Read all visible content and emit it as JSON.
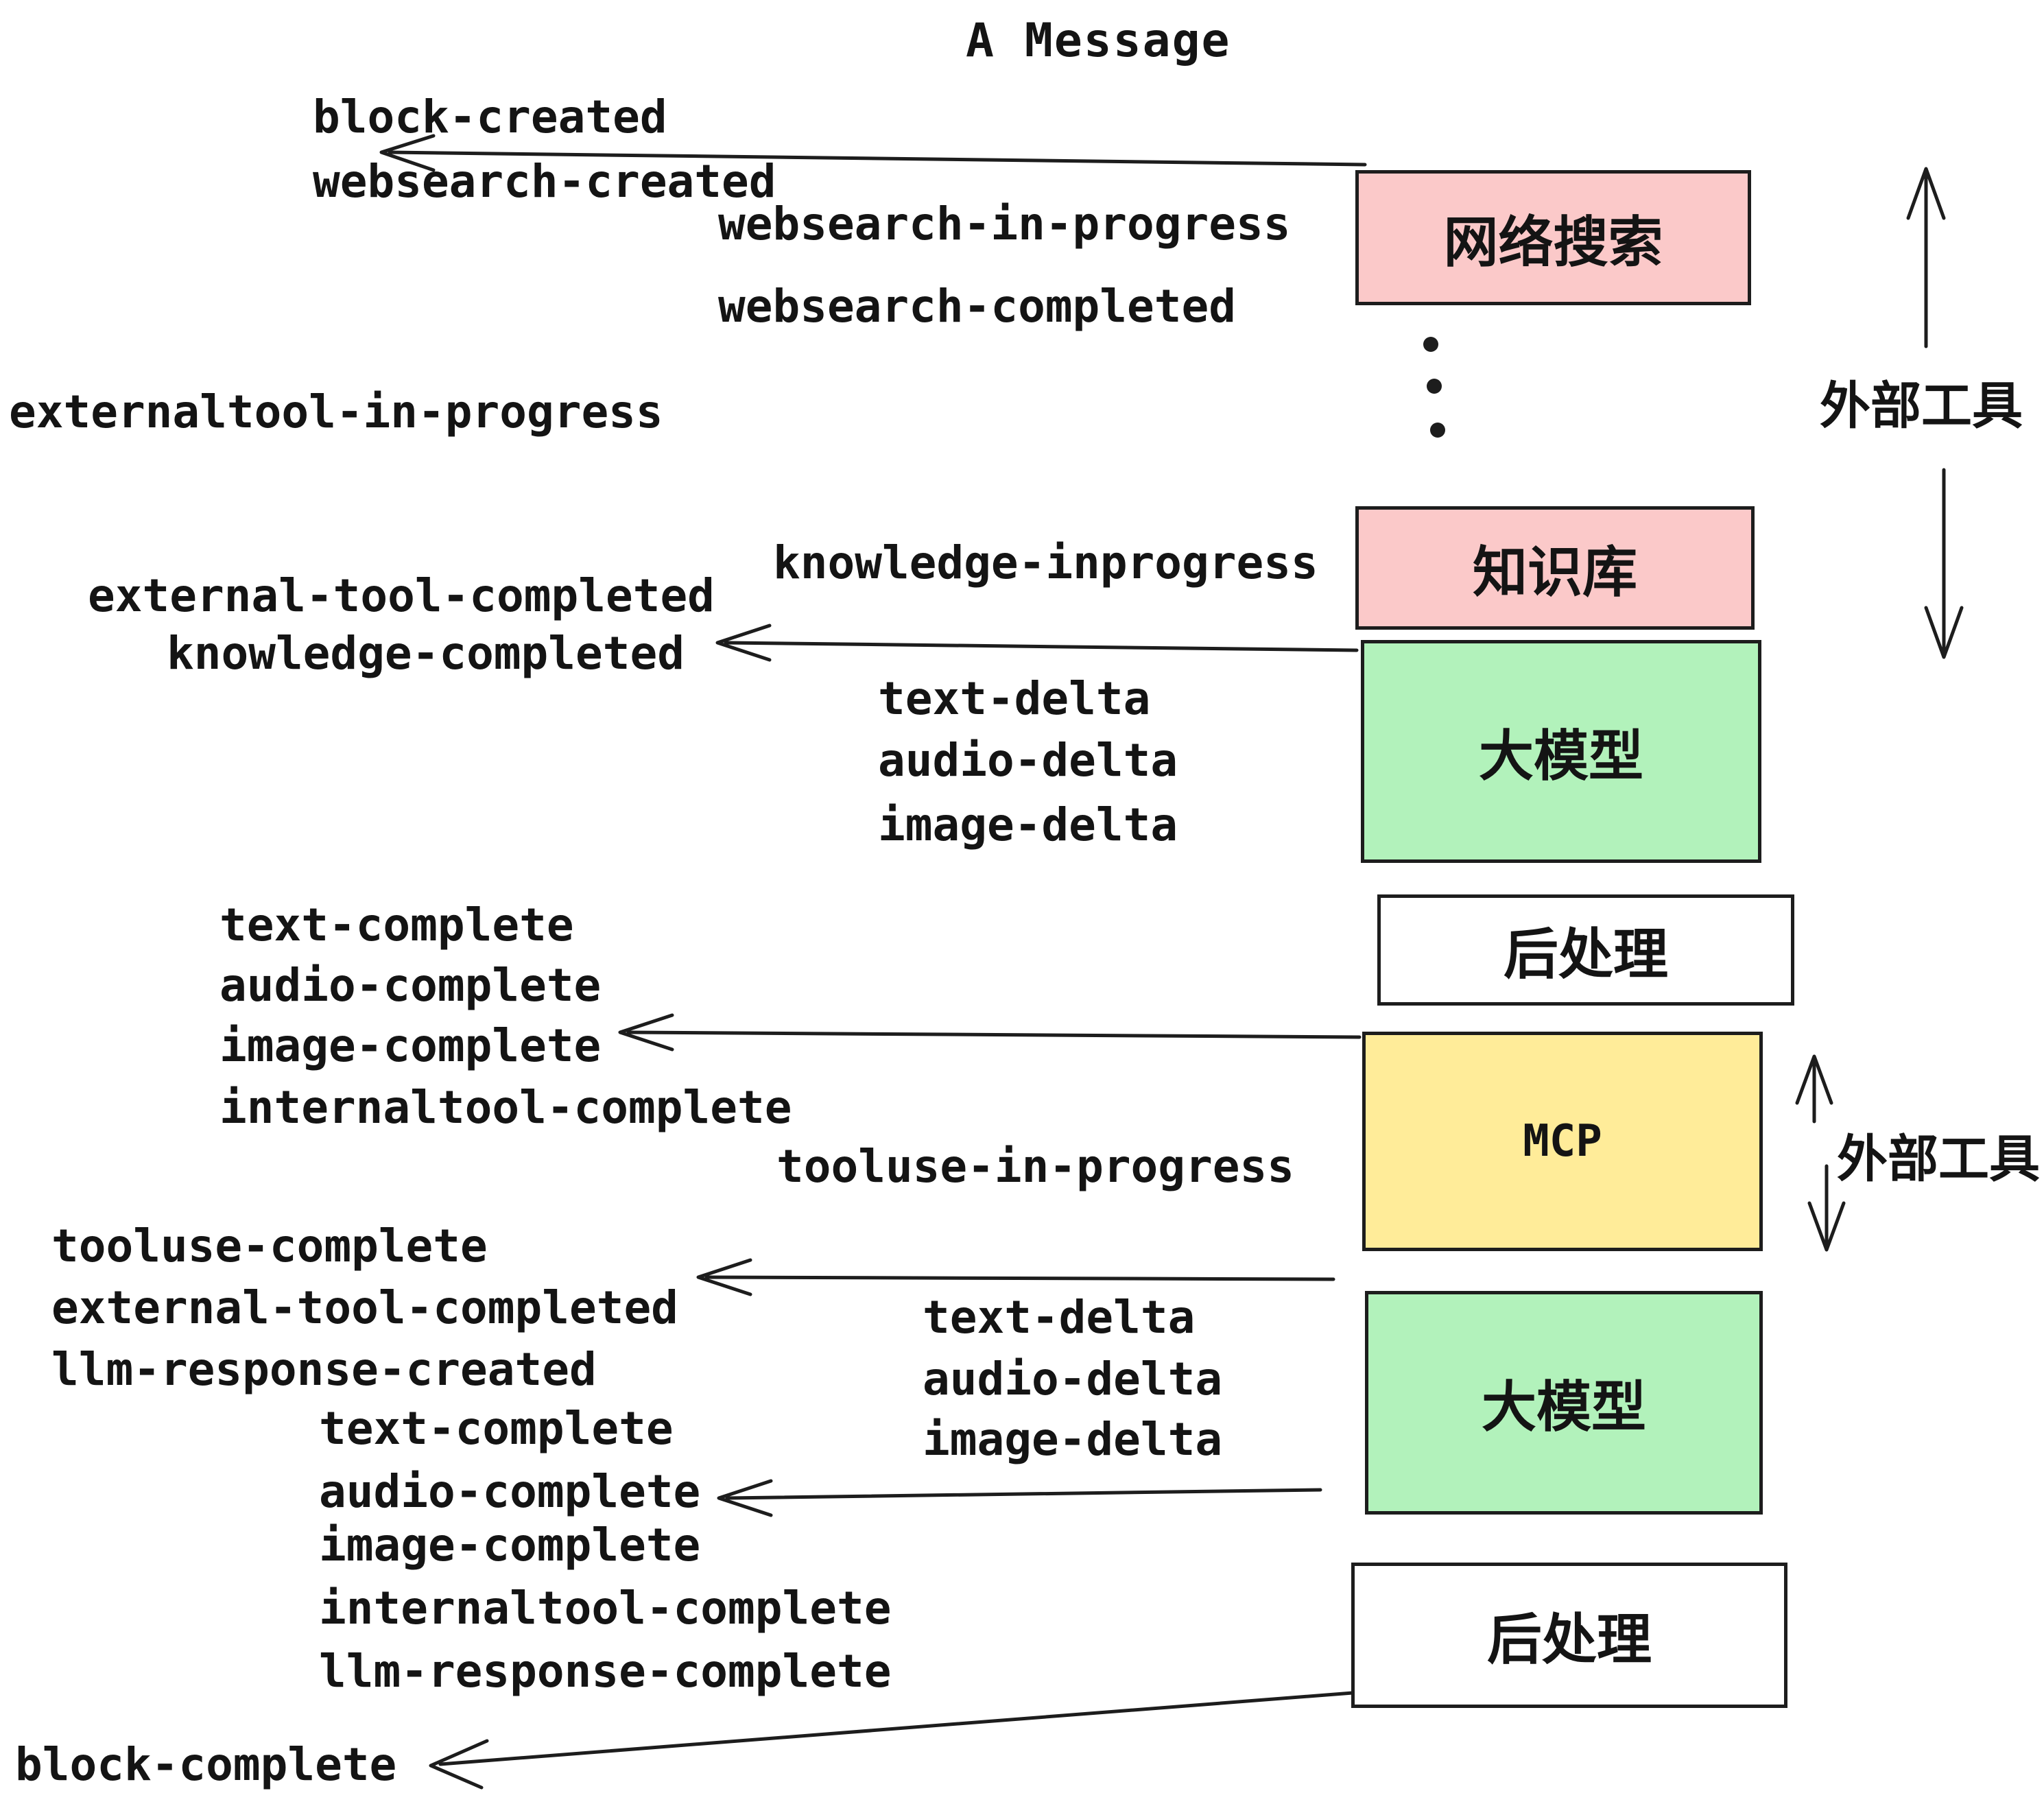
{
  "title": "A Message",
  "palette": {
    "pink": "#fbc9c9",
    "green": "#b2f2bb",
    "yellow": "#ffec99",
    "white": "#ffffff",
    "ink": "#1d1d1d"
  },
  "boxes": {
    "websearch": {
      "label": "网络搜索"
    },
    "knowledge": {
      "label": "知识库"
    },
    "llm1": {
      "label": "大模型"
    },
    "post1": {
      "label": "后处理"
    },
    "mcp": {
      "label": "MCP"
    },
    "llm2": {
      "label": "大模型"
    },
    "post2": {
      "label": "后处理"
    }
  },
  "side_labels": {
    "external_tools_top": "外部工具",
    "external_tools_mid": "外部工具"
  },
  "events": [
    {
      "text": "block-created"
    },
    {
      "text": "websearch-created"
    },
    {
      "text": "websearch-in-progress"
    },
    {
      "text": "websearch-completed"
    },
    {
      "text": "externaltool-in-progress"
    },
    {
      "text": "knowledge-inprogress"
    },
    {
      "text": "external-tool-completed"
    },
    {
      "text": "knowledge-completed"
    },
    {
      "text": "text-delta"
    },
    {
      "text": "audio-delta"
    },
    {
      "text": "image-delta"
    },
    {
      "text": "text-complete"
    },
    {
      "text": "audio-complete"
    },
    {
      "text": "image-complete"
    },
    {
      "text": "internaltool-complete"
    },
    {
      "text": "tooluse-in-progress"
    },
    {
      "text": "tooluse-complete"
    },
    {
      "text": "external-tool-completed"
    },
    {
      "text": "llm-response-created"
    },
    {
      "text": "text-complete"
    },
    {
      "text": "audio-complete"
    },
    {
      "text": "text-delta"
    },
    {
      "text": "audio-delta"
    },
    {
      "text": "image-delta"
    },
    {
      "text": "image-complete"
    },
    {
      "text": "internaltool-complete"
    },
    {
      "text": "llm-response-complete"
    },
    {
      "text": "block-complete"
    }
  ]
}
